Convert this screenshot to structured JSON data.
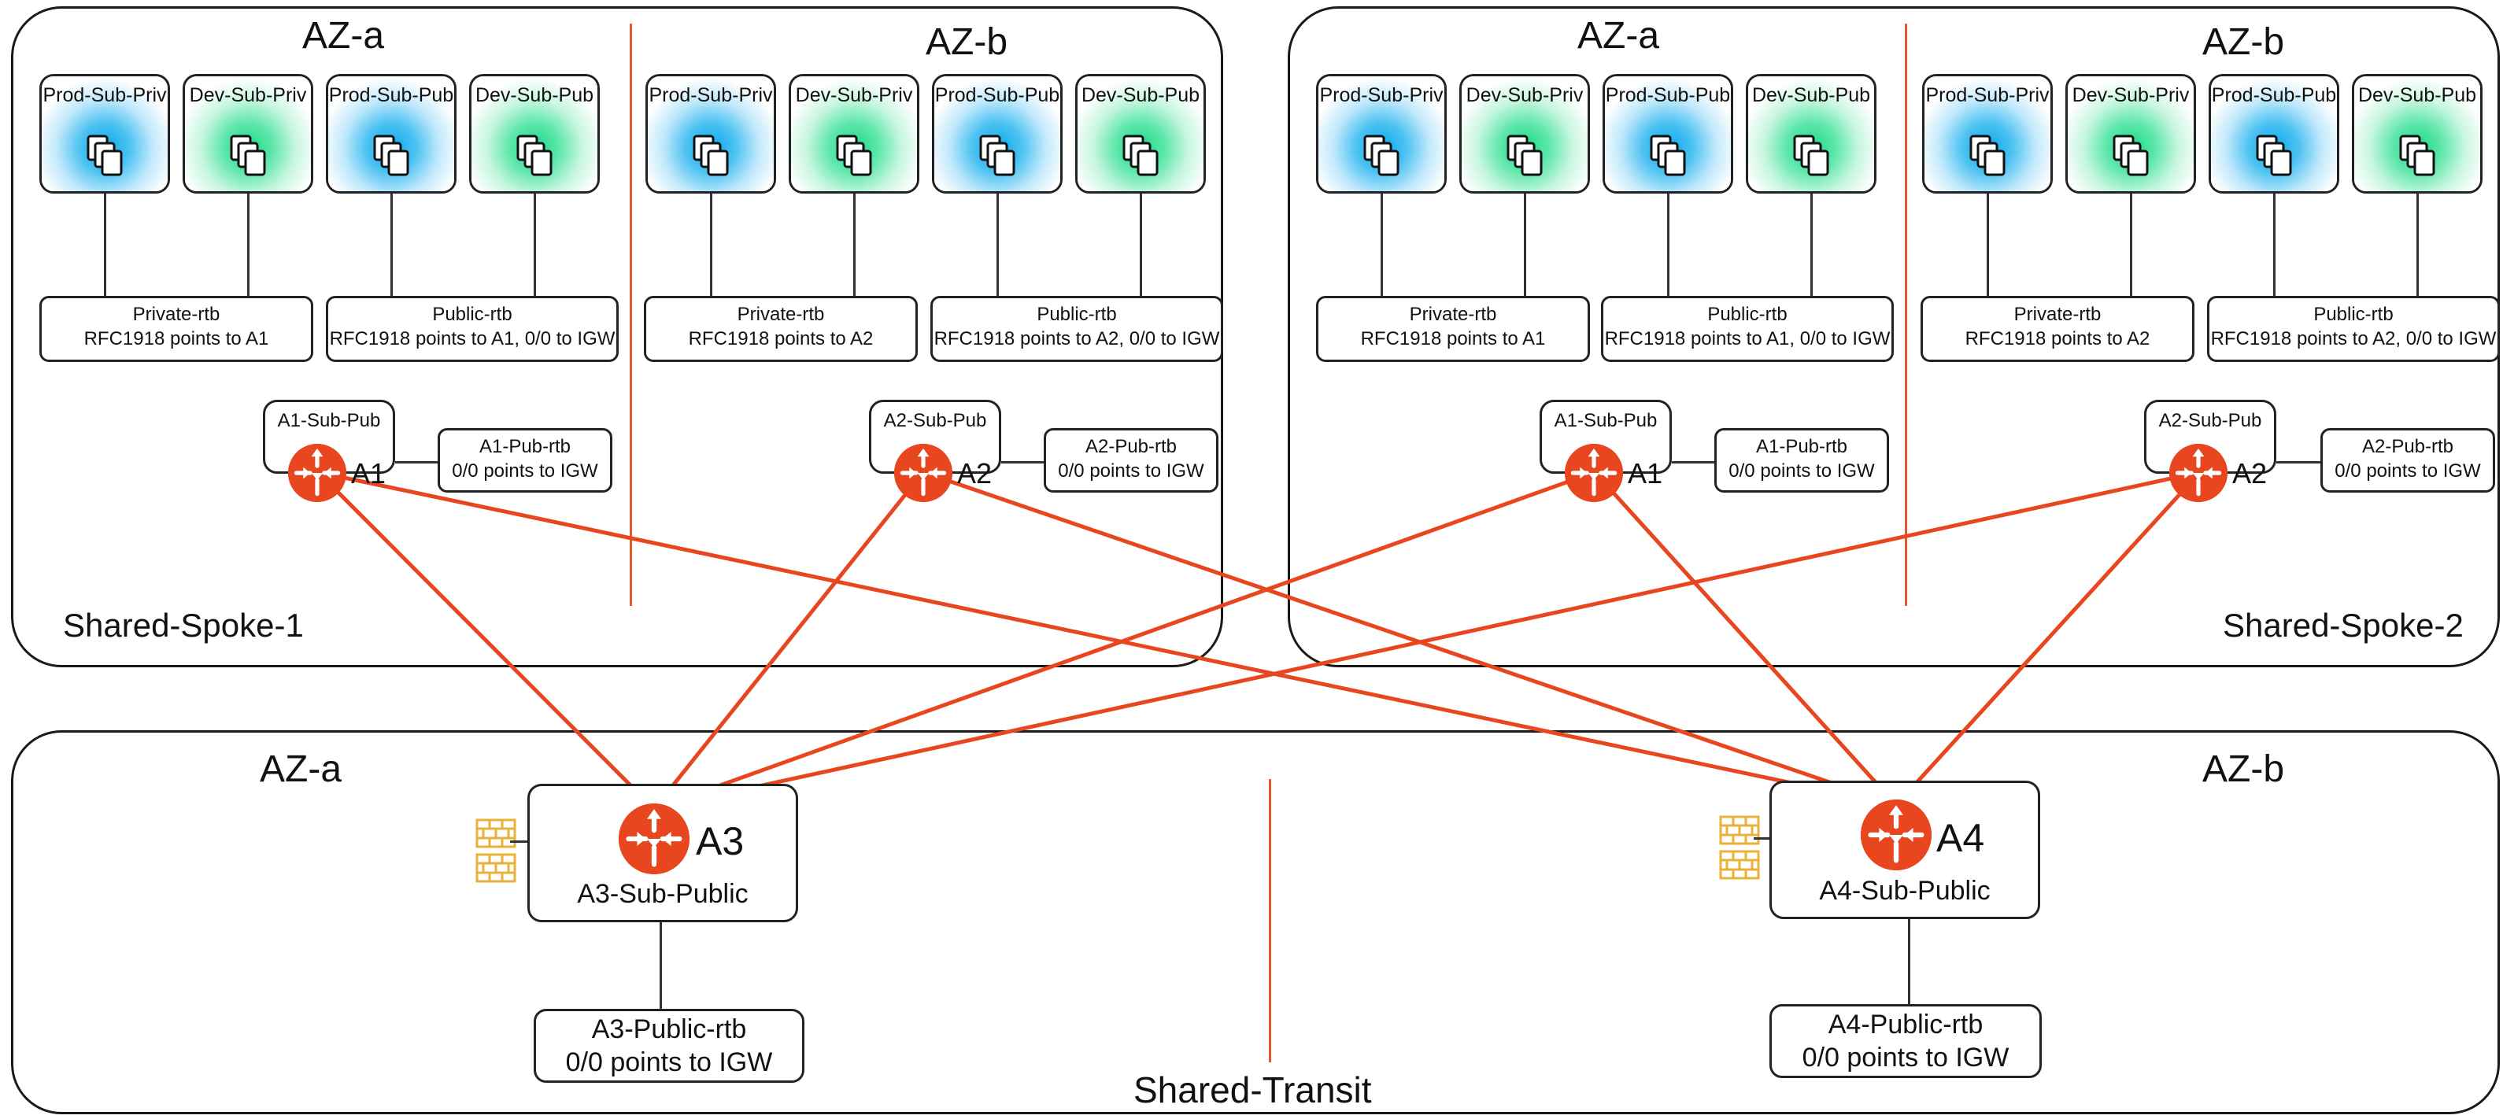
{
  "colors": {
    "border": "#1a1a1a",
    "accent_orange": "#e8461e",
    "prod_glow": "#0aa8ea",
    "dev_glow": "#18d987",
    "firewall": "#e8b23a"
  },
  "icons": {
    "router": "router-icon",
    "instances": "instances-icon",
    "firewall": "firewall-icon"
  },
  "spoke1": {
    "name": "Shared-Spoke-1",
    "az_a": {
      "title": "AZ-a",
      "subnets": [
        "Prod-Sub-Priv",
        "Dev-Sub-Priv",
        "Prod-Sub-Pub",
        "Dev-Sub-Pub"
      ],
      "private_rtb": {
        "line1": "Private-rtb",
        "line2": "RFC1918 points to A1"
      },
      "public_rtb": {
        "line1": "Public-rtb",
        "line2": "RFC1918 points to A1, 0/0 to IGW"
      },
      "router_subnet": "A1-Sub-Pub",
      "router_name": "A1",
      "router_rtb": {
        "line1": "A1-Pub-rtb",
        "line2": "0/0 points to IGW"
      }
    },
    "az_b": {
      "title": "AZ-b",
      "subnets": [
        "Prod-Sub-Priv",
        "Dev-Sub-Priv",
        "Prod-Sub-Pub",
        "Dev-Sub-Pub"
      ],
      "private_rtb": {
        "line1": "Private-rtb",
        "line2": "RFC1918 points to A2"
      },
      "public_rtb": {
        "line1": "Public-rtb",
        "line2": "RFC1918 points to A2, 0/0 to IGW"
      },
      "router_subnet": "A2-Sub-Pub",
      "router_name": "A2",
      "router_rtb": {
        "line1": "A2-Pub-rtb",
        "line2": "0/0 points to IGW"
      }
    }
  },
  "spoke2": {
    "name": "Shared-Spoke-2",
    "az_a": {
      "title": "AZ-a",
      "subnets": [
        "Prod-Sub-Priv",
        "Dev-Sub-Priv",
        "Prod-Sub-Pub",
        "Dev-Sub-Pub"
      ],
      "private_rtb": {
        "line1": "Private-rtb",
        "line2": "RFC1918 points to A1"
      },
      "public_rtb": {
        "line1": "Public-rtb",
        "line2": "RFC1918 points to A1, 0/0 to IGW"
      },
      "router_subnet": "A1-Sub-Pub",
      "router_name": "A1",
      "router_rtb": {
        "line1": "A1-Pub-rtb",
        "line2": "0/0 points to IGW"
      }
    },
    "az_b": {
      "title": "AZ-b",
      "subnets": [
        "Prod-Sub-Priv",
        "Dev-Sub-Priv",
        "Prod-Sub-Pub",
        "Dev-Sub-Pub"
      ],
      "private_rtb": {
        "line1": "Private-rtb",
        "line2": "RFC1918 points to A2"
      },
      "public_rtb": {
        "line1": "Public-rtb",
        "line2": "RFC1918 points to A2, 0/0 to IGW"
      },
      "router_subnet": "A2-Sub-Pub",
      "router_name": "A2",
      "router_rtb": {
        "line1": "A2-Pub-rtb",
        "line2": "0/0 points to IGW"
      }
    }
  },
  "transit": {
    "name": "Shared-Transit",
    "az_a": {
      "title": "AZ-a",
      "router_name": "A3",
      "router_subnet": "A3-Sub-Public",
      "rtb": {
        "line1": "A3-Public-rtb",
        "line2": "0/0 points to IGW"
      }
    },
    "az_b": {
      "title": "AZ-b",
      "router_name": "A4",
      "router_subnet": "A4-Sub-Public",
      "rtb": {
        "line1": "A4-Public-rtb",
        "line2": "0/0 points to IGW"
      }
    }
  },
  "connections": [
    [
      "spoke1-A1",
      "transit-A3"
    ],
    [
      "spoke1-A1",
      "transit-A4"
    ],
    [
      "spoke1-A2",
      "transit-A3"
    ],
    [
      "spoke1-A2",
      "transit-A4"
    ],
    [
      "spoke2-A1",
      "transit-A3"
    ],
    [
      "spoke2-A1",
      "transit-A4"
    ],
    [
      "spoke2-A2",
      "transit-A3"
    ],
    [
      "spoke2-A2",
      "transit-A4"
    ]
  ]
}
